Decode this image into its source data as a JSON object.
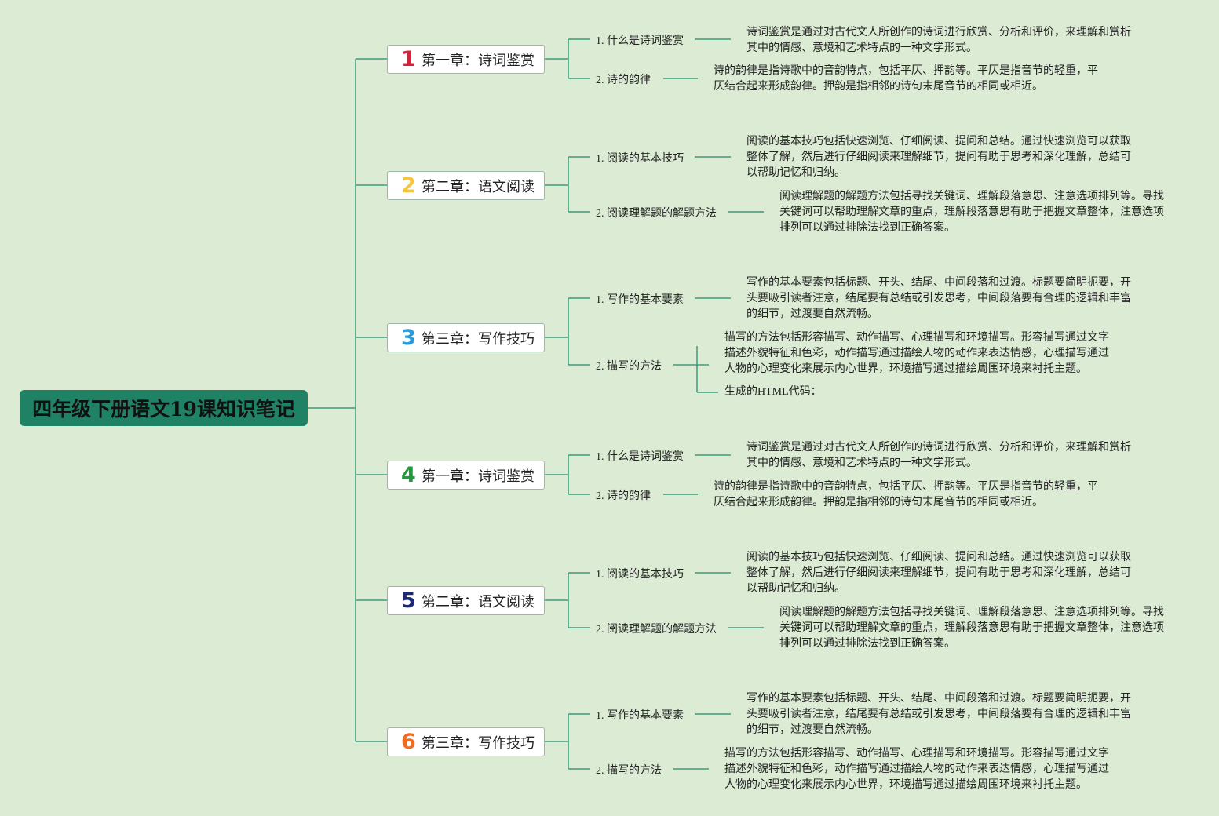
{
  "title": "四年级下册语文19课知识笔记",
  "colors": {
    "background": "#dcebd4",
    "root_fill": "#1f8264",
    "line": "#3e9b7b",
    "number_colors": [
      "#d8203a",
      "#f5c640",
      "#2e9ad8",
      "#1f9a3c",
      "#1a2a78",
      "#f26a1b"
    ]
  },
  "chapters": [
    {
      "number": "1",
      "label": "第一章：诗词鉴赏",
      "topics": [
        {
          "label": "1. 什么是诗词鉴赏",
          "desc": "诗词鉴赏是通过对古代文人所创作的诗词进行欣赏、分析和评价，来理解和赏析其中的情感、意境和艺术特点的一种文学形式。"
        },
        {
          "label": "2. 诗的韵律",
          "desc": "诗的韵律是指诗歌中的音韵特点，包括平仄、押韵等。平仄是指音节的轻重，平仄结合起来形成韵律。押韵是指相邻的诗句末尾音节的相同或相近。"
        }
      ]
    },
    {
      "number": "2",
      "label": "第二章：语文阅读",
      "topics": [
        {
          "label": "1. 阅读的基本技巧",
          "desc": "阅读的基本技巧包括快速浏览、仔细阅读、提问和总结。通过快速浏览可以获取整体了解，然后进行仔细阅读来理解细节，提问有助于思考和深化理解，总结可以帮助记忆和归纳。"
        },
        {
          "label": "2. 阅读理解题的解题方法",
          "desc": "阅读理解题的解题方法包括寻找关键词、理解段落意思、注意选项排列等。寻找关键词可以帮助理解文章的重点，理解段落意思有助于把握文章整体，注意选项排列可以通过排除法找到正确答案。"
        }
      ]
    },
    {
      "number": "3",
      "label": "第三章：写作技巧",
      "topics": [
        {
          "label": "1. 写作的基本要素",
          "desc": "写作的基本要素包括标题、开头、结尾、中间段落和过渡。标题要简明扼要，开头要吸引读者注意，结尾要有总结或引发思考，中间段落要有合理的逻辑和丰富的细节，过渡要自然流畅。"
        },
        {
          "label": "2. 描写的方法",
          "desc": "描写的方法包括形容描写、动作描写、心理描写和环境描写。形容描写通过文字描述外貌特征和色彩，动作描写通过描绘人物的动作来表达情感，心理描写通过人物的心理变化来展示内心世界，环境描写通过描绘周围环境来衬托主题。",
          "extra": "生成的HTML代码："
        }
      ]
    },
    {
      "number": "4",
      "label": "第一章：诗词鉴赏",
      "topics": [
        {
          "label": "1. 什么是诗词鉴赏",
          "desc": "诗词鉴赏是通过对古代文人所创作的诗词进行欣赏、分析和评价，来理解和赏析其中的情感、意境和艺术特点的一种文学形式。"
        },
        {
          "label": "2. 诗的韵律",
          "desc": "诗的韵律是指诗歌中的音韵特点，包括平仄、押韵等。平仄是指音节的轻重，平仄结合起来形成韵律。押韵是指相邻的诗句末尾音节的相同或相近。"
        }
      ]
    },
    {
      "number": "5",
      "label": "第二章：语文阅读",
      "topics": [
        {
          "label": "1. 阅读的基本技巧",
          "desc": "阅读的基本技巧包括快速浏览、仔细阅读、提问和总结。通过快速浏览可以获取整体了解，然后进行仔细阅读来理解细节，提问有助于思考和深化理解，总结可以帮助记忆和归纳。"
        },
        {
          "label": "2. 阅读理解题的解题方法",
          "desc": "阅读理解题的解题方法包括寻找关键词、理解段落意思、注意选项排列等。寻找关键词可以帮助理解文章的重点，理解段落意思有助于把握文章整体，注意选项排列可以通过排除法找到正确答案。"
        }
      ]
    },
    {
      "number": "6",
      "label": "第三章：写作技巧",
      "topics": [
        {
          "label": "1. 写作的基本要素",
          "desc": "写作的基本要素包括标题、开头、结尾、中间段落和过渡。标题要简明扼要，开头要吸引读者注意，结尾要有总结或引发思考，中间段落要有合理的逻辑和丰富的细节，过渡要自然流畅。"
        },
        {
          "label": "2. 描写的方法",
          "desc": "描写的方法包括形容描写、动作描写、心理描写和环境描写。形容描写通过文字描述外貌特征和色彩，动作描写通过描绘人物的动作来表达情感，心理描写通过人物的心理变化来展示内心世界，环境描写通过描绘周围环境来衬托主题。"
        }
      ]
    }
  ]
}
